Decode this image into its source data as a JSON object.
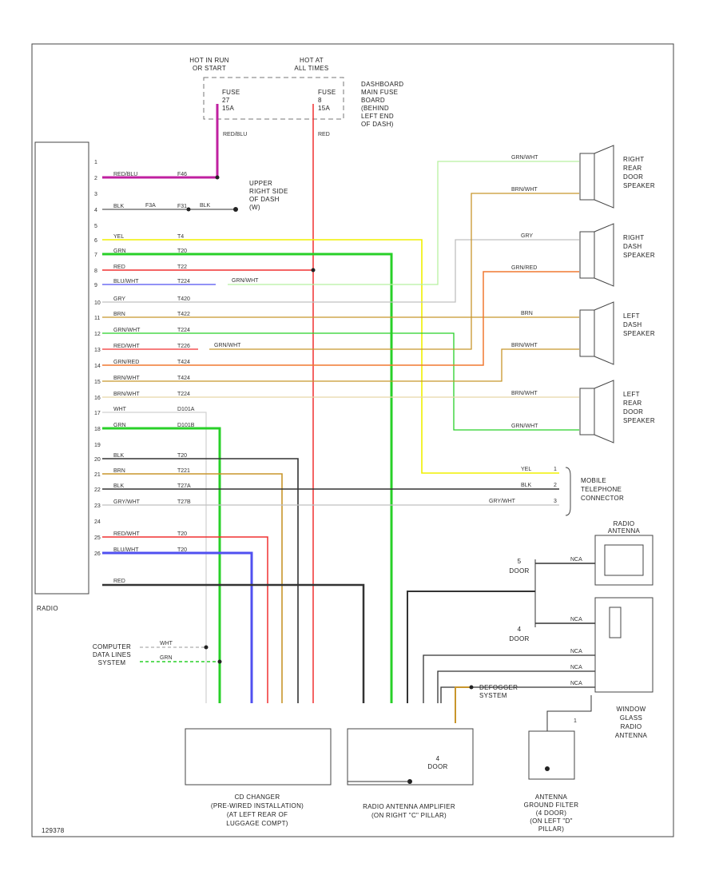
{
  "labels": {
    "hot_run_start": [
      "HOT IN RUN",
      "OR START"
    ],
    "hot_all_times": [
      "HOT AT",
      "ALL TIMES"
    ],
    "fuse_left": [
      "FUSE",
      "27",
      "15A"
    ],
    "fuse_right": [
      "FUSE",
      "8",
      "15A"
    ],
    "fuse_box": [
      "DASHBOARD",
      "MAIN FUSE",
      "BOARD",
      "(BEHIND",
      "LEFT END",
      "OF DASH)"
    ],
    "ground_location": [
      "UPPER",
      "RIGHT SIDE",
      "OF DASH",
      "(W)"
    ],
    "radio": "RADIO",
    "rr_speaker": [
      "RIGHT",
      "REAR",
      "DOOR",
      "SPEAKER"
    ],
    "rd_speaker": [
      "RIGHT",
      "DASH",
      "SPEAKER"
    ],
    "ld_speaker": [
      "LEFT",
      "DASH",
      "SPEAKER"
    ],
    "lr_speaker": [
      "LEFT",
      "REAR",
      "DOOR",
      "SPEAKER"
    ],
    "phone": [
      "MOBILE",
      "TELEPHONE",
      "CONNECTOR"
    ],
    "computer": [
      "COMPUTER",
      "DATA LINES",
      "SYSTEM"
    ],
    "radio_antenna": [
      "RADIO",
      "ANTENNA"
    ],
    "door5": [
      "5",
      "DOOR"
    ],
    "door4": [
      "4",
      "DOOR"
    ],
    "defogger": [
      "DEFOGGER",
      "SYSTEM"
    ],
    "window_antenna": [
      "WINDOW",
      "GLASS",
      "RADIO",
      "ANTENNA"
    ],
    "cd_changer": [
      "CD CHANGER",
      "(PRE-WIRED INSTALLATION)",
      "(AT LEFT REAR OF",
      "LUGGAGE COMPT)"
    ],
    "amplifier": [
      "RADIO ANTENNA AMPLIFIER",
      "(ON RIGHT \"C\" PILLAR)"
    ],
    "amp_door": [
      "4",
      "DOOR"
    ],
    "ground_filter": [
      "ANTENNA",
      "GROUND FILTER",
      "(4 DOOR)",
      "(ON LEFT \"D\"",
      "PILLAR)"
    ],
    "code": "129378"
  },
  "radio_pins": [
    {
      "pin": "1",
      "color": "",
      "circuit": ""
    },
    {
      "pin": "2",
      "color": "RED/BLU",
      "circuit": "F46"
    },
    {
      "pin": "3",
      "color": "",
      "circuit": ""
    },
    {
      "pin": "4",
      "color": "BLK",
      "circuit": "F31"
    },
    {
      "pin": "5",
      "color": "",
      "circuit": ""
    },
    {
      "pin": "6",
      "color": "YEL",
      "circuit": "T4"
    },
    {
      "pin": "7",
      "color": "GRN",
      "circuit": "T20"
    },
    {
      "pin": "8",
      "color": "RED",
      "circuit": "T22"
    },
    {
      "pin": "9",
      "color": "BLU/WHT",
      "circuit": "T224"
    },
    {
      "pin": "10",
      "color": "GRY",
      "circuit": "T420"
    },
    {
      "pin": "11",
      "color": "BRN",
      "circuit": "T422"
    },
    {
      "pin": "12",
      "color": "GRN/WHT",
      "circuit": "T224"
    },
    {
      "pin": "13",
      "color": "RED/WHT",
      "circuit": "T226"
    },
    {
      "pin": "14",
      "color": "GRN/RED",
      "circuit": "T424"
    },
    {
      "pin": "15",
      "color": "BRN/WHT",
      "circuit": "T424"
    },
    {
      "pin": "16",
      "color": "BRN/WHT",
      "circuit": "T224"
    },
    {
      "pin": "17",
      "color": "WHT",
      "circuit": "D101A"
    },
    {
      "pin": "18",
      "color": "GRN",
      "circuit": "D101B"
    },
    {
      "pin": "19",
      "color": "",
      "circuit": ""
    },
    {
      "pin": "20",
      "color": "BLK",
      "circuit": "T20"
    },
    {
      "pin": "21",
      "color": "BRN",
      "circuit": "T221"
    },
    {
      "pin": "22",
      "color": "BLK",
      "circuit": "T27A"
    },
    {
      "pin": "23",
      "color": "GRY/WHT",
      "circuit": "T27B"
    },
    {
      "pin": "24",
      "color": "",
      "circuit": ""
    },
    {
      "pin": "25",
      "color": "RED/WHT",
      "circuit": "T20"
    },
    {
      "pin": "26",
      "color": "BLU/WHT",
      "circuit": "T20"
    }
  ],
  "wire_labels": {
    "red_blu_v": "RED/BLU",
    "red_v": "RED",
    "blk_ground": "BLK",
    "blk_fa": "F3A",
    "grn_wht_a": "GRN/WHT",
    "brn_wht_a": "BRN/WHT",
    "gry": "GRY",
    "grn_red": "GRN/RED",
    "grn_wht_b": "GRN/WHT",
    "brn": "BRN",
    "brn_wht_b": "BRN/WHT",
    "brn_wht_c": "BRN/WHT",
    "grn_wht_c": "GRN/WHT",
    "yel": "YEL",
    "blk": "BLK",
    "gry_wht": "GRY/WHT",
    "pin1": "1",
    "pin2": "2",
    "pin3": "3",
    "ant1": "NCA",
    "ant2": "NCA",
    "ant3": "NCA",
    "ant4": "NCA",
    "ant5": "NCA",
    "radio_gnd": "RED",
    "wht": "WHT",
    "grn": "GRN",
    "pin_1": "1"
  },
  "colors": {
    "yellow": "#f0f000",
    "green": "#28d028",
    "light_green": "#b8f0a0",
    "red": "#f03030",
    "blue": "#5050f0",
    "gray": "#c0c0c0",
    "brown": "#c8962c",
    "tan": "#e8d8a8",
    "orange": "#f07830",
    "black": "#333333",
    "magenta": "#c020a0"
  }
}
